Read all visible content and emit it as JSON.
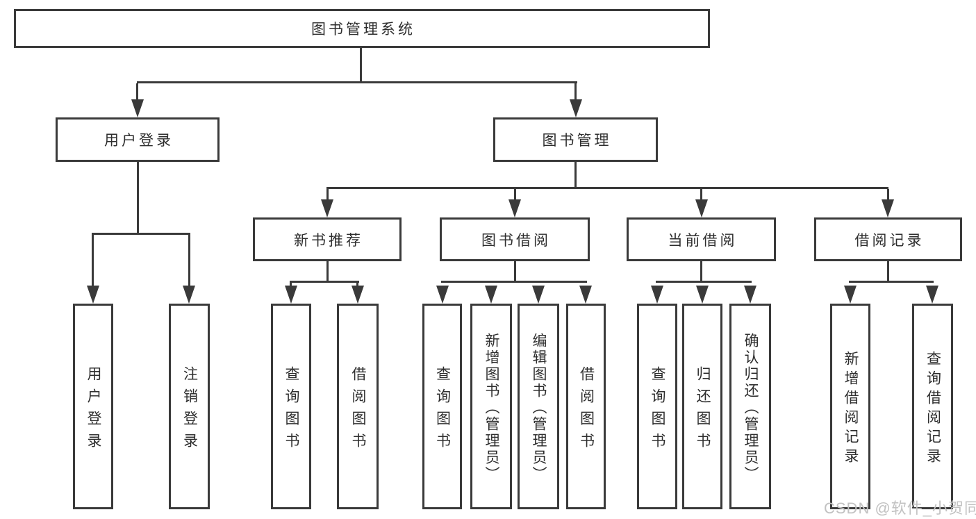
{
  "tree": {
    "root": "图书管理系统",
    "children": [
      {
        "label": "用户登录",
        "children": [
          {
            "label": "用户登录"
          },
          {
            "label": "注销登录"
          }
        ]
      },
      {
        "label": "图书管理",
        "children": [
          {
            "label": "新书推荐",
            "children": [
              {
                "label": "查询图书"
              },
              {
                "label": "借阅图书"
              }
            ]
          },
          {
            "label": "图书借阅",
            "children": [
              {
                "label": "查询图书"
              },
              {
                "label": "新增图书（管理员）"
              },
              {
                "label": "编辑图书（管理员）"
              },
              {
                "label": "借阅图书"
              }
            ]
          },
          {
            "label": "当前借阅",
            "children": [
              {
                "label": "查询图书"
              },
              {
                "label": "归还图书"
              },
              {
                "label": "确认归还（管理员）"
              }
            ]
          },
          {
            "label": "借阅记录",
            "children": [
              {
                "label": "新增借阅记录"
              },
              {
                "label": "查询借阅记录"
              }
            ]
          }
        ]
      }
    ]
  },
  "watermark": {
    "text": "CSDN @软件_小贺同学"
  },
  "colors": {
    "line": "#3a3a3a",
    "text": "#2e2e2e",
    "watermark": "#c2c2c2",
    "background": "#ffffff"
  }
}
